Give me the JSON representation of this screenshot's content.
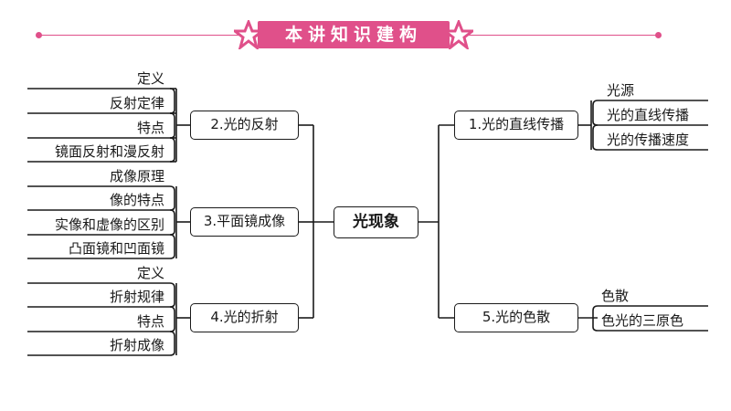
{
  "banner": {
    "title": "本讲知识建构",
    "accent": "#e0508a"
  },
  "mindmap": {
    "root": "光现象",
    "branches": {
      "reflection": {
        "label": "2.光的反射",
        "leaves": [
          "定义",
          "反射定律",
          "特点",
          "镜面反射和漫反射"
        ]
      },
      "plane_mirror": {
        "label": "3.平面镜成像",
        "leaves": [
          "成像原理",
          "像的特点",
          "实像和虚像的区别",
          "凸面镜和凹面镜"
        ]
      },
      "refraction": {
        "label": "4.光的折射",
        "leaves": [
          "定义",
          "折射规律",
          "特点",
          "折射成像"
        ]
      },
      "straight": {
        "label": "1.光的直线传播",
        "leaves": [
          "光源",
          "光的直线传播",
          "光的传播速度"
        ]
      },
      "dispersion": {
        "label": "5.光的色散",
        "leaves": [
          "色散",
          "色光的三原色"
        ]
      }
    }
  }
}
